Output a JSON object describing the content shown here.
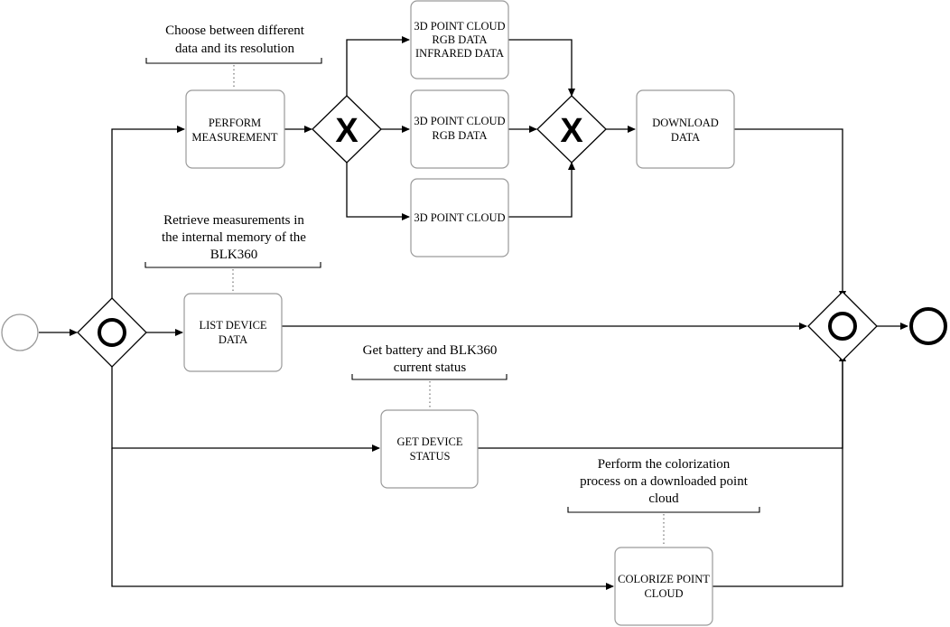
{
  "tasks": {
    "perform_measurement": [
      "PERFORM",
      "MEASUREMENT"
    ],
    "pc_rgb_ir": [
      "3D POINT CLOUD",
      "RGB DATA",
      "INFRARED DATA"
    ],
    "pc_rgb": [
      "3D POINT CLOUD",
      "RGB DATA"
    ],
    "pc": [
      "3D POINT CLOUD"
    ],
    "download_data": [
      "DOWNLOAD",
      "DATA"
    ],
    "list_device_data": [
      "LIST DEVICE",
      "DATA"
    ],
    "get_device_status": [
      "GET DEVICE",
      "STATUS"
    ],
    "colorize_point_cloud": [
      "COLORIZE POINT",
      "CLOUD"
    ]
  },
  "gateways": {
    "exclusive_split_symbol": "X",
    "exclusive_join_symbol": "X"
  },
  "annotations": {
    "measurement": [
      "Choose between different",
      "data and its resolution"
    ],
    "retrieve": [
      "Retrieve measurements in",
      "the internal memory of the",
      "BLK360"
    ],
    "status": [
      "Get battery and BLK360",
      "current status"
    ],
    "colorize": [
      "Perform the colorization",
      "process on a downloaded point",
      "cloud"
    ]
  },
  "colors": {
    "stroke": "#000000",
    "task_border": "#9a9a9a",
    "start_event_border": "#9a9a9a",
    "background": "#ffffff"
  }
}
